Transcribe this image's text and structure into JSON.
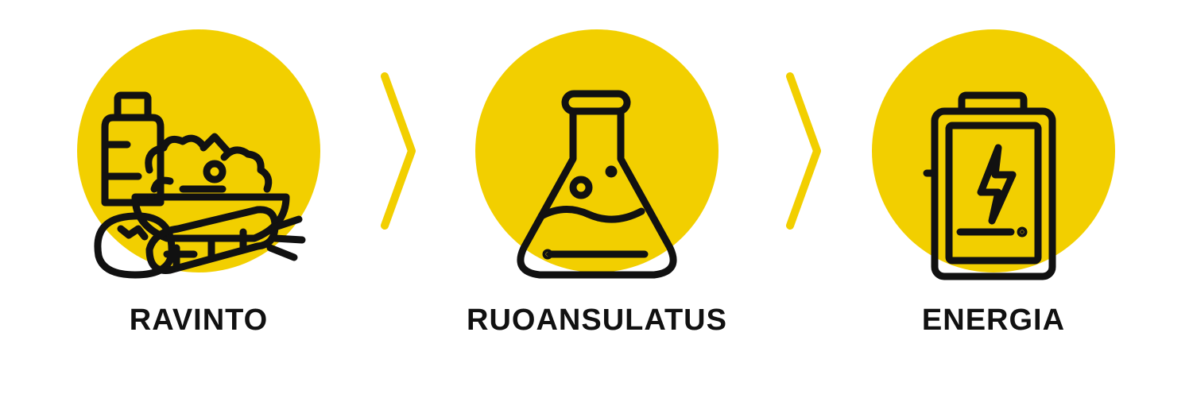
{
  "colors": {
    "accent": "#f2cf00",
    "ink": "#111111",
    "background": "#ffffff"
  },
  "steps": [
    {
      "label": "RAVINTO",
      "icon": "food-groceries-icon"
    },
    {
      "label": "RUOANSULATUS",
      "icon": "lab-flask-icon"
    },
    {
      "label": "ENERGIA",
      "icon": "battery-charging-icon"
    }
  ],
  "connectors": [
    {
      "icon": "chevron-right-icon"
    },
    {
      "icon": "chevron-right-icon"
    }
  ]
}
